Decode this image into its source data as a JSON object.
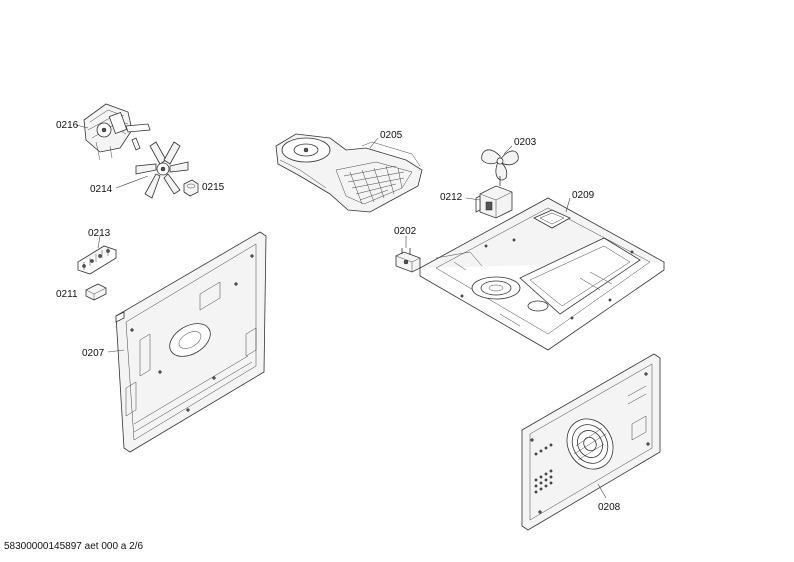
{
  "parts": {
    "p0216": "0216",
    "p0214": "0214",
    "p0215": "0215",
    "p0205": "0205",
    "p0203": "0203",
    "p0212": "0212",
    "p0209": "0209",
    "p0202": "0202",
    "p0213": "0213",
    "p0211": "0211",
    "p0207": "0207",
    "p0208": "0208"
  },
  "footer": {
    "document_id": "58300000145897 aet 000 a 2/6"
  }
}
